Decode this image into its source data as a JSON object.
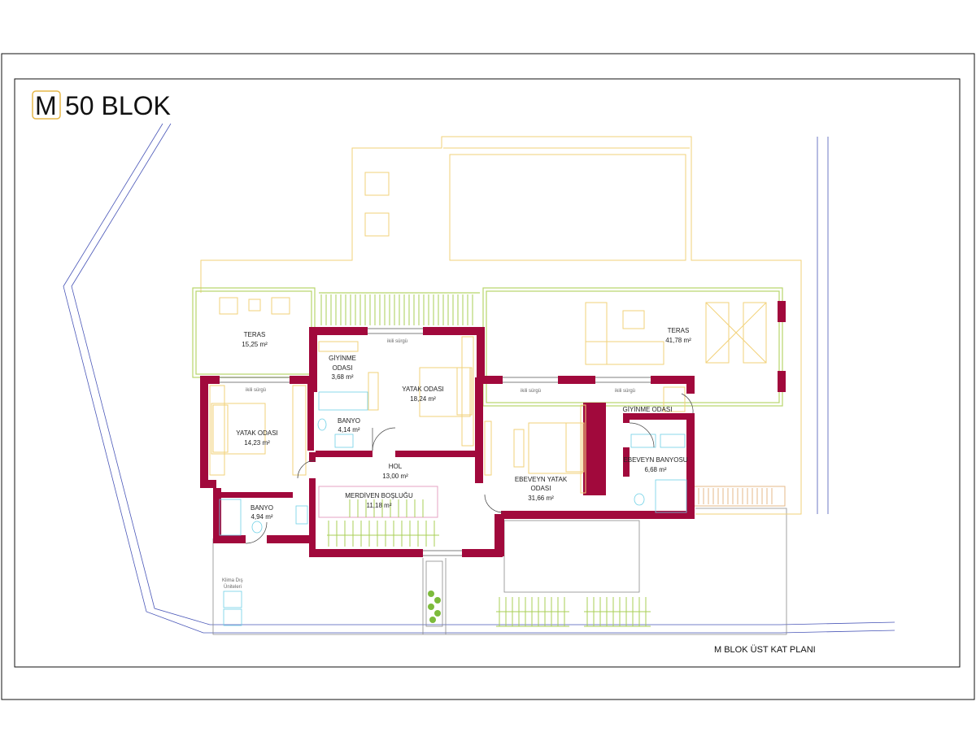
{
  "header": {
    "logo_letter": "M",
    "title": "50 BLOK"
  },
  "caption": "M BLOK ÜST KAT PLANI",
  "rooms": {
    "teras_left": {
      "name": "TERAS",
      "area": "15,25 m²"
    },
    "teras_right": {
      "name": "TERAS",
      "area": "41,78 m²"
    },
    "giyinme_odasi": {
      "name_line1": "GİYİNME",
      "name_line2": "ODASI",
      "area": "3,68 m²"
    },
    "yatak_odasi_center": {
      "name": "YATAK ODASI",
      "area": "18,24 m²"
    },
    "yatak_odasi_left": {
      "name": "YATAK ODASI",
      "area": "14,23 m²"
    },
    "banyo_upper": {
      "name": "BANYO",
      "area": "4,14 m²"
    },
    "banyo_lower": {
      "name": "BANYO",
      "area": "4,94 m²"
    },
    "hol": {
      "name": "HOL",
      "area": "13,00 m²"
    },
    "merdiven": {
      "name": "MERDİVEN BOŞLUĞU",
      "area": "11,18 m²"
    },
    "ebeveyn_yatak": {
      "name_line1": "EBEVEYN YATAK",
      "name_line2": "ODASI",
      "area": "31,66 m²"
    },
    "giyinme_odasi_2": {
      "name": "GİYİNME ODASI"
    },
    "ebeveyn_banyo": {
      "name": "EBEVEYN BANYOSU",
      "area": "6,68 m²"
    }
  },
  "annotations": {
    "sliding_door": "ikili sürgü",
    "klima_line1": "Klima Dış",
    "klima_line2": "Üniteleri"
  },
  "colors": {
    "wall": "#a1093c",
    "terrace_outline": "#f2d27a",
    "balcony_outline": "#b8d56a",
    "site_line": "#4a57b8"
  }
}
